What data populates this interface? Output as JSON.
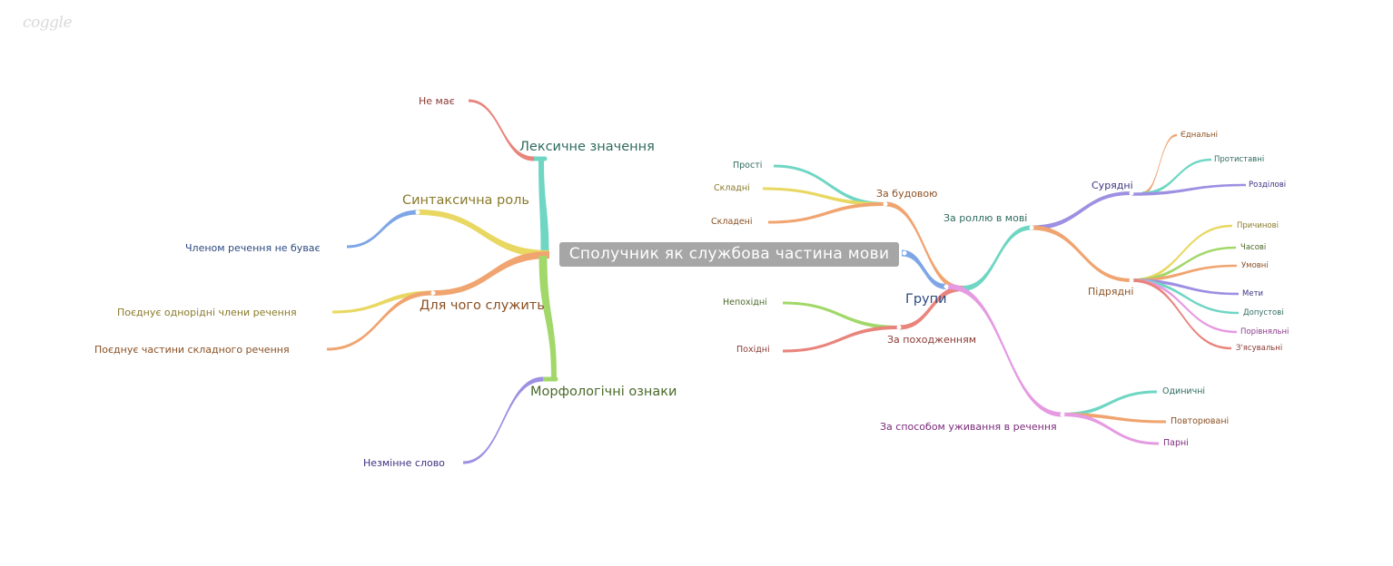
{
  "app": {
    "logo": "coggle"
  },
  "root": {
    "label": "Сполучник як службова частина мови"
  },
  "left": {
    "lexical": {
      "label": "Лексичне значення",
      "child": "Не має"
    },
    "syntactic": {
      "label": "Синтаксична роль",
      "child": "Членом речення не буває"
    },
    "purpose": {
      "label": "Для чого служить",
      "children": [
        "Поєднує однорідні члени речення",
        "Поєднує частини складного речення"
      ]
    },
    "morph": {
      "label": "Морфологічні ознаки",
      "child": "Незмінне слово"
    }
  },
  "right": {
    "groups": {
      "label": "Групи"
    },
    "structure": {
      "label": "За будовою",
      "children": [
        "Прості",
        "Складні",
        "Складені"
      ]
    },
    "origin": {
      "label": "За походженням",
      "children": [
        "Непохідні",
        "Похідні"
      ]
    },
    "role": {
      "label": "За роллю в мові",
      "coord": {
        "label": "Сурядні",
        "children": [
          "Єднальні",
          "Протиставні",
          "Розділові"
        ]
      },
      "subord": {
        "label": "Підрядні",
        "children": [
          "Причинові",
          "Часові",
          "Умовні",
          "Мети",
          "Допустові",
          "Порівняльні",
          "З'ясувальні"
        ]
      }
    },
    "usage": {
      "label": "За способом уживання в речення",
      "children": [
        "Одиничні",
        "Повторювані",
        "Парні"
      ]
    }
  },
  "palette": {
    "teal": "#6fd6c4",
    "red": "#e8847c",
    "yellow": "#e8d862",
    "blue": "#7ea6e6",
    "orange": "#f0a470",
    "green": "#a2d86a",
    "purple": "#9d90e2",
    "pink": "#e59ae2"
  }
}
